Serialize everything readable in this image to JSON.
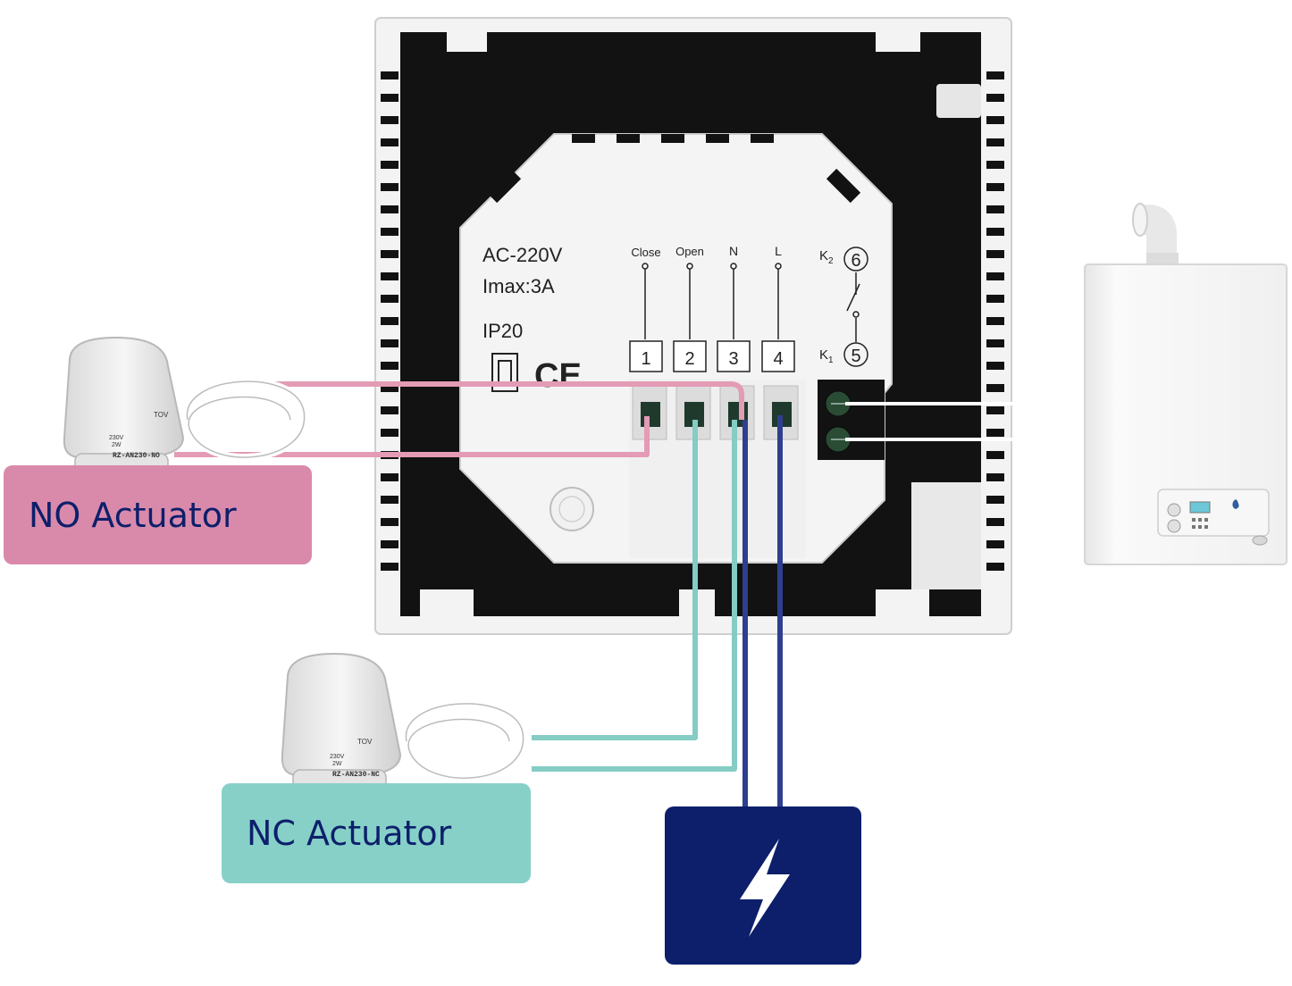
{
  "thermostat": {
    "rating_voltage": "AC-220V",
    "rating_current": "Imax:3A",
    "ip_rating": "IP20",
    "ce_mark": "CE",
    "terminal_names": [
      "Close",
      "Open",
      "N",
      "L"
    ],
    "terminal_numbers": [
      "1",
      "2",
      "3",
      "4"
    ],
    "relay_top_label": "K",
    "relay_top_sub": "2",
    "relay_top_number": "6",
    "relay_bottom_label": "K",
    "relay_bottom_sub": "1",
    "relay_bottom_number": "5"
  },
  "no_actuator": {
    "label": "NO Actuator",
    "spec_voltage": "230V",
    "spec_power": "2W",
    "model": "RZ-AN230-NO",
    "brand": "TOV"
  },
  "nc_actuator": {
    "label": "NC Actuator",
    "spec_voltage": "230V",
    "spec_power": "2W",
    "model": "RZ-AN230-NC",
    "brand": "TOV"
  },
  "power_source": {
    "icon": "lightning-bolt-icon"
  },
  "boiler": {
    "icon": "gas-boiler-icon"
  },
  "colors": {
    "no_wire": "#e39bb6",
    "nc_wire": "#84ccc4",
    "power_wire": "#2e3f8f",
    "boiler_wire": "#ffffff",
    "no_box": "#d98aab",
    "nc_box": "#86d0c8",
    "power_box": "#0d1f6b",
    "label_text": "#0d1f6b"
  }
}
